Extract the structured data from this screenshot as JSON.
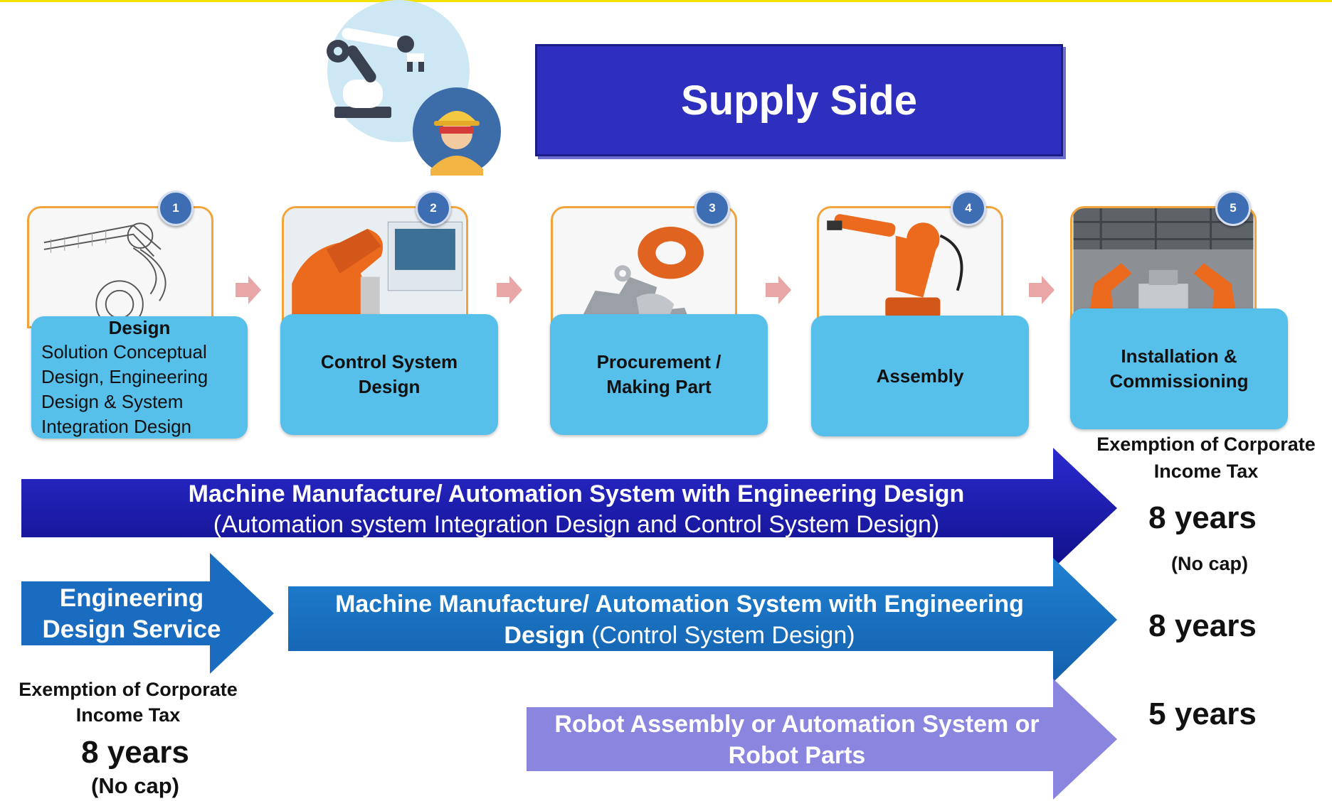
{
  "header": {
    "title": "Supply Side"
  },
  "steps": [
    {
      "number": "1",
      "title": "Design",
      "desc": "Solution Conceptual Design, Engineering Design & System Integration Design"
    },
    {
      "number": "2",
      "title": "Control System Design"
    },
    {
      "number": "3",
      "title": "Procurement / Making Part"
    },
    {
      "number": "4",
      "title": "Assembly"
    },
    {
      "number": "5",
      "title": "Installation & Commissioning"
    }
  ],
  "arrows": {
    "main": {
      "bold": "Machine Manufacture/ Automation System with Engineering Design",
      "normal": "(Automation system Integration Design  and  Control System Design)"
    },
    "eng_service": {
      "label": "Engineering Design Service"
    },
    "control": {
      "bold": "Machine Manufacture/ Automation System with Engineering Design",
      "normal": "(Control System Design)"
    },
    "robot": {
      "label": "Robot Assembly or Automation System or Robot Parts"
    }
  },
  "right_panel": {
    "heading": "Exemption of Corporate Income Tax",
    "row1_years": "8 years",
    "row1_cap": "(No cap)",
    "row2_years": "8 years",
    "row3_years": "5 years"
  },
  "left_panel": {
    "heading": "Exemption of Corporate Income Tax",
    "years": "8 years",
    "cap": "(No cap)"
  },
  "colors": {
    "supply_box": "#2e2fbf",
    "step_label": "#56bfea",
    "badge": "#3d6db3",
    "main_arrow": "#1f1fb8",
    "control_arrow": "#1a74c4",
    "robot_arrow": "#8a86e0",
    "small_arrow": "#e8a6a6"
  }
}
